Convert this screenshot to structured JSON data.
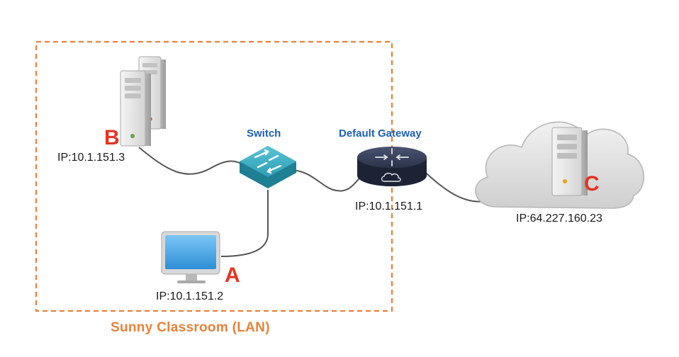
{
  "colors": {
    "lan_border": "#e8813a",
    "letter_red": "#e53322",
    "title_blue": "#1e5fb4",
    "lan_title": "#e8813a",
    "cable": "#555555",
    "switch_teal": "#2a9db3",
    "router_navy": "#2d3650",
    "monitor_blue": "#3aa0e6",
    "cloud": "#e2e2e2"
  },
  "lan": {
    "title": "Sunny Classroom (LAN)"
  },
  "devices": {
    "server_b": {
      "letter": "B",
      "ip": "IP:10.1.151.3",
      "icon": "server-stack-icon"
    },
    "computer_a": {
      "letter": "A",
      "ip": "IP:10.1.151.2",
      "icon": "monitor-icon"
    },
    "switch": {
      "title": "Switch",
      "icon": "switch-icon"
    },
    "gateway": {
      "title": "Default Gateway",
      "ip": "IP:10.1.151.1",
      "icon": "router-icon"
    },
    "server_c": {
      "letter": "C",
      "ip": "IP:64.227.160.23",
      "icon": "cloud-server-icon"
    }
  }
}
